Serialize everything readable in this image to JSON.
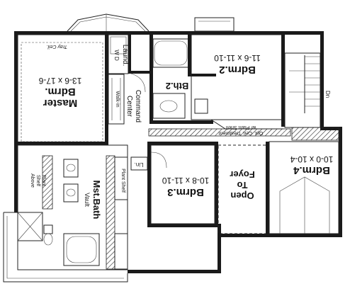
{
  "rooms": {
    "master": {
      "name_line1": "Master",
      "name_line2": "Bdrm.",
      "dims": "13-6 x 17-6"
    },
    "bdrm2": {
      "name": "Bdrm.2",
      "dims": "11-6 x 11-10"
    },
    "bdrm3": {
      "name": "Bdrm.3",
      "dims": "10-8 x 11-10"
    },
    "bdrm4": {
      "name": "Bdrm.4",
      "dims": "10-0 x 10-4"
    },
    "bath2": {
      "name": "Bth.2"
    },
    "mstbath": {
      "name_line1": "Mst.Bath",
      "name_line2": "Vault"
    },
    "foyer": {
      "line1": "Open",
      "line2": "To",
      "line3": "Foyer"
    },
    "command": {
      "line1": "Command",
      "line2": "Center"
    },
    "laundry": {
      "line1": "Laund.",
      "line2": "W  D"
    }
  },
  "annotations": {
    "tray_ceil": "Tray Ceil.",
    "opt_ceil_1": "Opt. Ceil. Treatment",
    "opt_ceil_2": "w/ Plant Shelf",
    "walk_in": "Walk-in",
    "linen": "Lin.",
    "plant_shelf_1": "Plant Shelf",
    "plant_shelf_2": "Plant",
    "plant_shelf_3": "Shelf",
    "plant_shelf_4": "Above",
    "dn": "Dn"
  }
}
